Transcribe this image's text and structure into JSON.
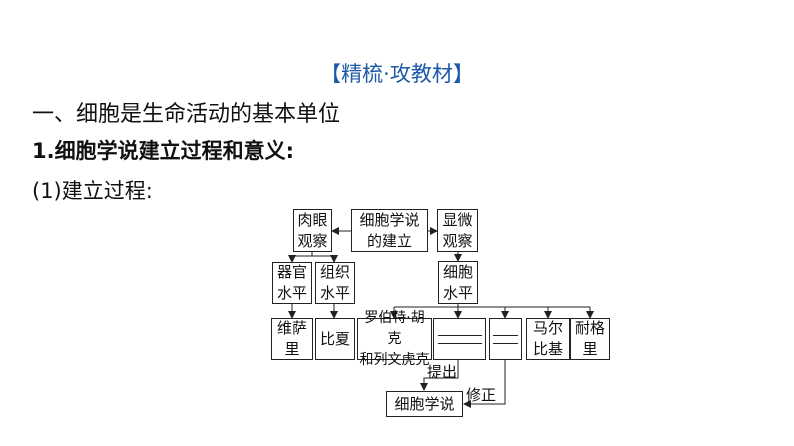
{
  "header": {
    "title": "【精梳·攻教材】"
  },
  "section": {
    "heading": "一、细胞是生命活动的基本单位"
  },
  "subsection": {
    "heading": "1.细胞学说建立过程和意义:"
  },
  "item": {
    "heading": "(1)建立过程:"
  },
  "diagram": {
    "nodes": {
      "macro": {
        "line1": "肉眼",
        "line2": "观察"
      },
      "center": {
        "line1": "细胞学说",
        "line2": "的建立"
      },
      "micro": {
        "line1": "显微",
        "line2": "观察"
      },
      "organ": {
        "line1": "器官",
        "line2": "水平"
      },
      "tissue": {
        "line1": "组织",
        "line2": "水平"
      },
      "cell": {
        "line1": "细胞",
        "line2": "水平"
      },
      "vesalius": {
        "line1": "维萨",
        "line2": "里"
      },
      "bichat": {
        "line1": "比夏"
      },
      "hooke": {
        "line1": "罗伯特·胡克",
        "line2": "和列文虎克"
      },
      "malpighi": {
        "line1": "马尔",
        "line2": "比基"
      },
      "nageli": {
        "line1": "耐格",
        "line2": "里"
      },
      "theory": {
        "line1": "细胞学说"
      }
    },
    "edge_labels": {
      "propose": "提出",
      "revise": "修正"
    }
  }
}
